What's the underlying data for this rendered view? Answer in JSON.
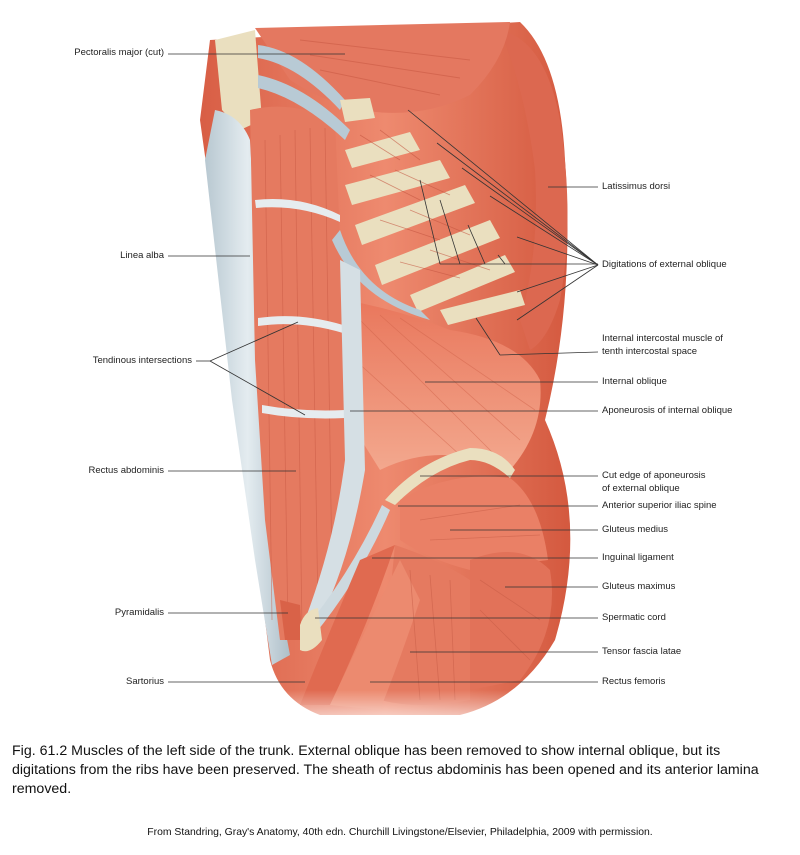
{
  "labels_left": {
    "pectoralis": "Pectoralis major (cut)",
    "linea_alba": "Linea alba",
    "tendinous": "Tendinous intersections",
    "rectus": "Rectus abdominis",
    "pyramidalis": "Pyramidalis",
    "sartorius": "Sartorius"
  },
  "labels_right": {
    "latissimus": "Latissimus dorsi",
    "digitations": "Digitations of external oblique",
    "internal_intercostal_1": "Internal intercostal muscle of",
    "internal_intercostal_2": "tenth intercostal space",
    "internal_oblique": "Internal oblique",
    "aponeurosis": "Aponeurosis of internal oblique",
    "cut_edge_1": "Cut edge of aponeurosis",
    "cut_edge_2": "of external oblique",
    "asis": "Anterior superior iliac spine",
    "gluteus_medius": "Gluteus medius",
    "inguinal": "Inguinal ligament",
    "gluteus_maximus": "Gluteus maximus",
    "spermatic": "Spermatic cord",
    "tensor": "Tensor fascia latae",
    "rectus_femoris": "Rectus femoris"
  },
  "caption": "Fig. 61.2 Muscles of the left side of the trunk. External oblique has been removed to show internal oblique, but its digitations from the ribs have been preserved. The sheath of rectus abdominis has been opened and its anterior lamina removed.",
  "credit": "From Standring, Gray's Anatomy, 40th edn. Churchill Livingstone/Elsevier, Philadelphia, 2009 with permission.",
  "colors": {
    "muscle": "#e8735a",
    "muscle_light": "#f19a80",
    "muscle_dark": "#c9523c",
    "fascia": "#c9d6dd",
    "fascia_dark": "#9fb1bb",
    "bone": "#e6dcc0",
    "leader": "#333333"
  }
}
